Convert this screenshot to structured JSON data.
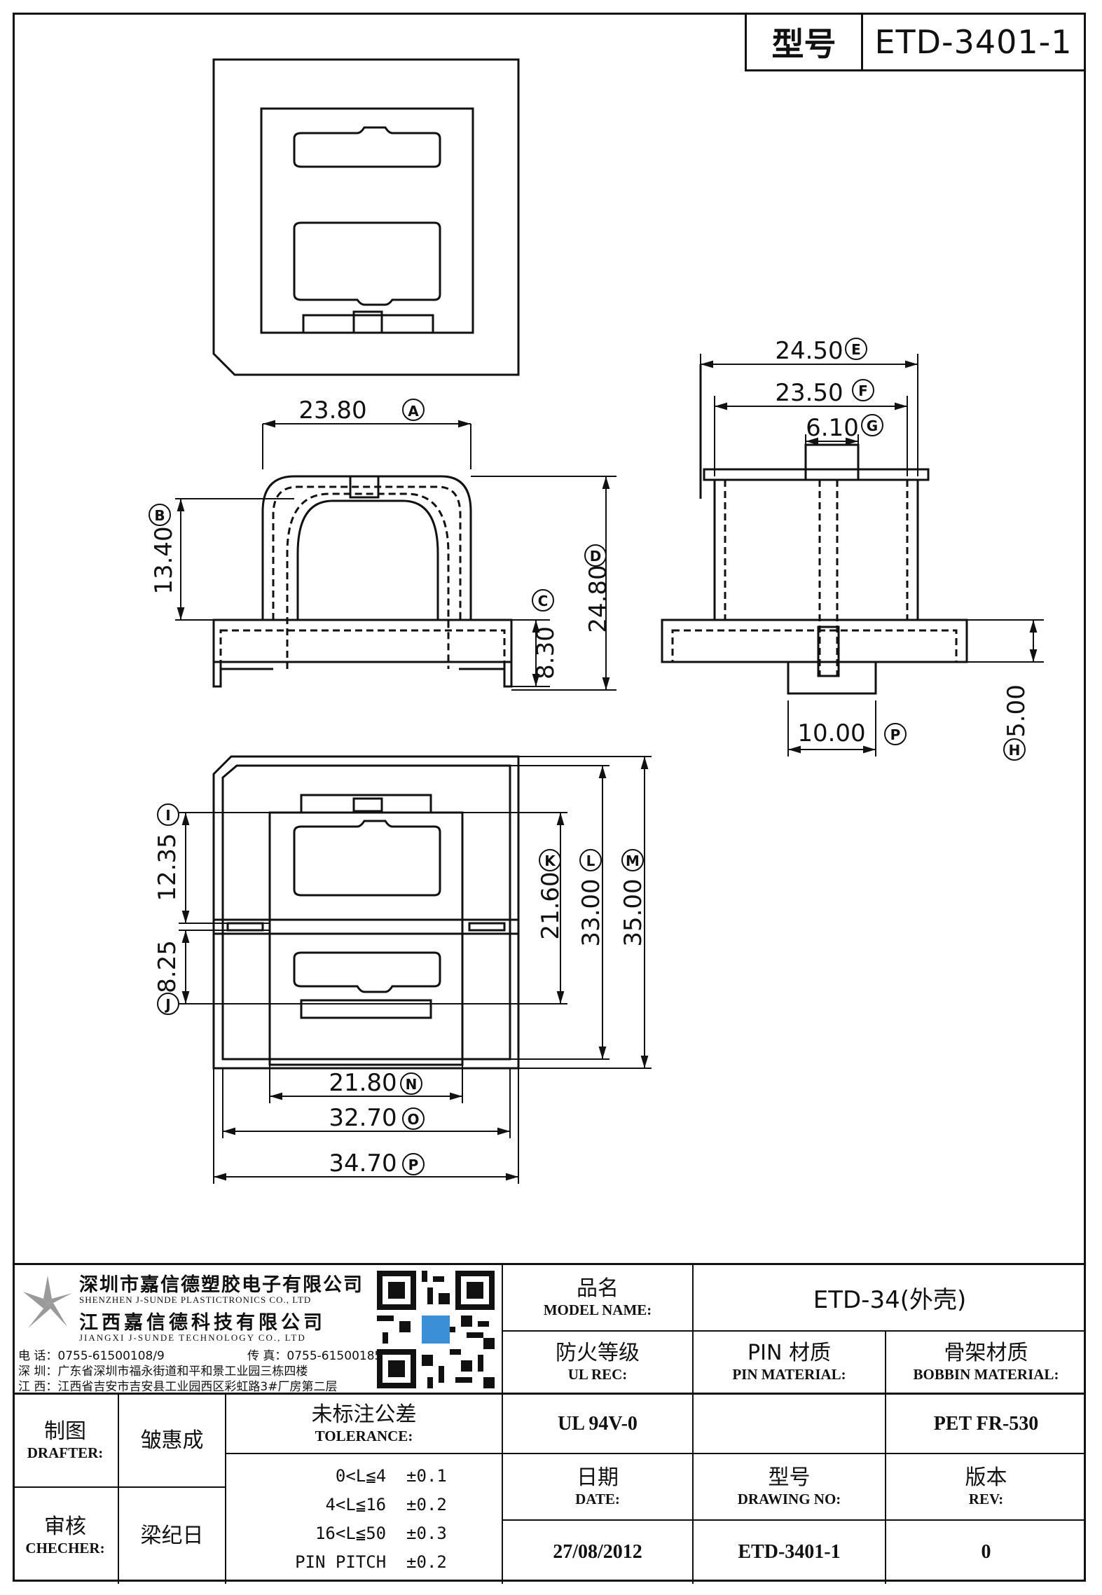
{
  "header": {
    "model_label": "型号",
    "model_value": "ETD-3401-1"
  },
  "dimensions": {
    "A": {
      "value": "23.80",
      "tag": "A"
    },
    "B": {
      "value": "13.40",
      "tag": "B"
    },
    "C": {
      "value": "8.30",
      "tag": "C"
    },
    "D": {
      "value": "24.80",
      "tag": "D"
    },
    "E": {
      "value": "24.50",
      "tag": "E"
    },
    "F": {
      "value": "23.50",
      "tag": "F"
    },
    "G": {
      "value": "6.10",
      "tag": "G"
    },
    "H": {
      "value": "5.00",
      "tag": "H"
    },
    "P_side": {
      "value": "10.00",
      "tag": "P"
    },
    "I": {
      "value": "12.35",
      "tag": "I"
    },
    "J": {
      "value": "8.25",
      "tag": "J"
    },
    "K": {
      "value": "21.60",
      "tag": "K"
    },
    "L": {
      "value": "33.00",
      "tag": "L"
    },
    "M": {
      "value": "35.00",
      "tag": "M"
    },
    "N": {
      "value": "21.80",
      "tag": "N"
    },
    "O": {
      "value": "32.70",
      "tag": "O"
    },
    "P": {
      "value": "34.70",
      "tag": "P"
    }
  },
  "company": {
    "name_cn": "深圳市嘉信德塑胶电子有限公司",
    "name_en": "SHENZHEN J-SUNDE PLASTICTRONICS CO., LTD",
    "name2_cn": "江西嘉信德科技有限公司",
    "name2_en": "JIANGXI J-SUNDE TECHNOLOGY CO., LTD",
    "phone": "电 话：0755-61500108/9",
    "fax": "传 真：0755-61500185",
    "addr_sz": "深 圳：广东省深圳市福永街道和平和景工业园三栋四楼",
    "addr_jx": "江 西：江西省吉安市吉安县工业园西区彩虹路3#厂房第二层"
  },
  "title_block": {
    "model_name_cn": "品名",
    "model_name_en": "MODEL NAME:",
    "model_name_value": "ETD-34(外壳)",
    "ul_cn": "防火等级",
    "ul_en": "UL REC:",
    "ul_value": "UL 94V-0",
    "pin_cn": "PIN 材质",
    "pin_en": "PIN MATERIAL:",
    "pin_value": "",
    "bobbin_cn": "骨架材质",
    "bobbin_en": "BOBBIN MATERIAL:",
    "bobbin_value": "PET FR-530",
    "drafter_cn": "制图",
    "drafter_en": "DRAFTER:",
    "drafter_value": "皱惠成",
    "checker_cn": "审核",
    "checker_en": "CHECHER:",
    "checker_value": "梁纪日",
    "tolerance_cn": "未标注公差",
    "tolerance_en": "TOLERANCE:",
    "tolerances": [
      {
        "range": "0<L≦4",
        "value": "±0.1"
      },
      {
        "range": "4<L≦16",
        "value": "±0.2"
      },
      {
        "range": "16<L≦50",
        "value": "±0.3"
      },
      {
        "range": "PIN PITCH",
        "value": "±0.2"
      }
    ],
    "date_cn": "日期",
    "date_en": "DATE:",
    "date_value": "27/08/2012",
    "drawing_cn": "型号",
    "drawing_en": "DRAWING NO:",
    "drawing_value": "ETD-3401-1",
    "rev_cn": "版本",
    "rev_en": "REV:",
    "rev_value": "0"
  }
}
